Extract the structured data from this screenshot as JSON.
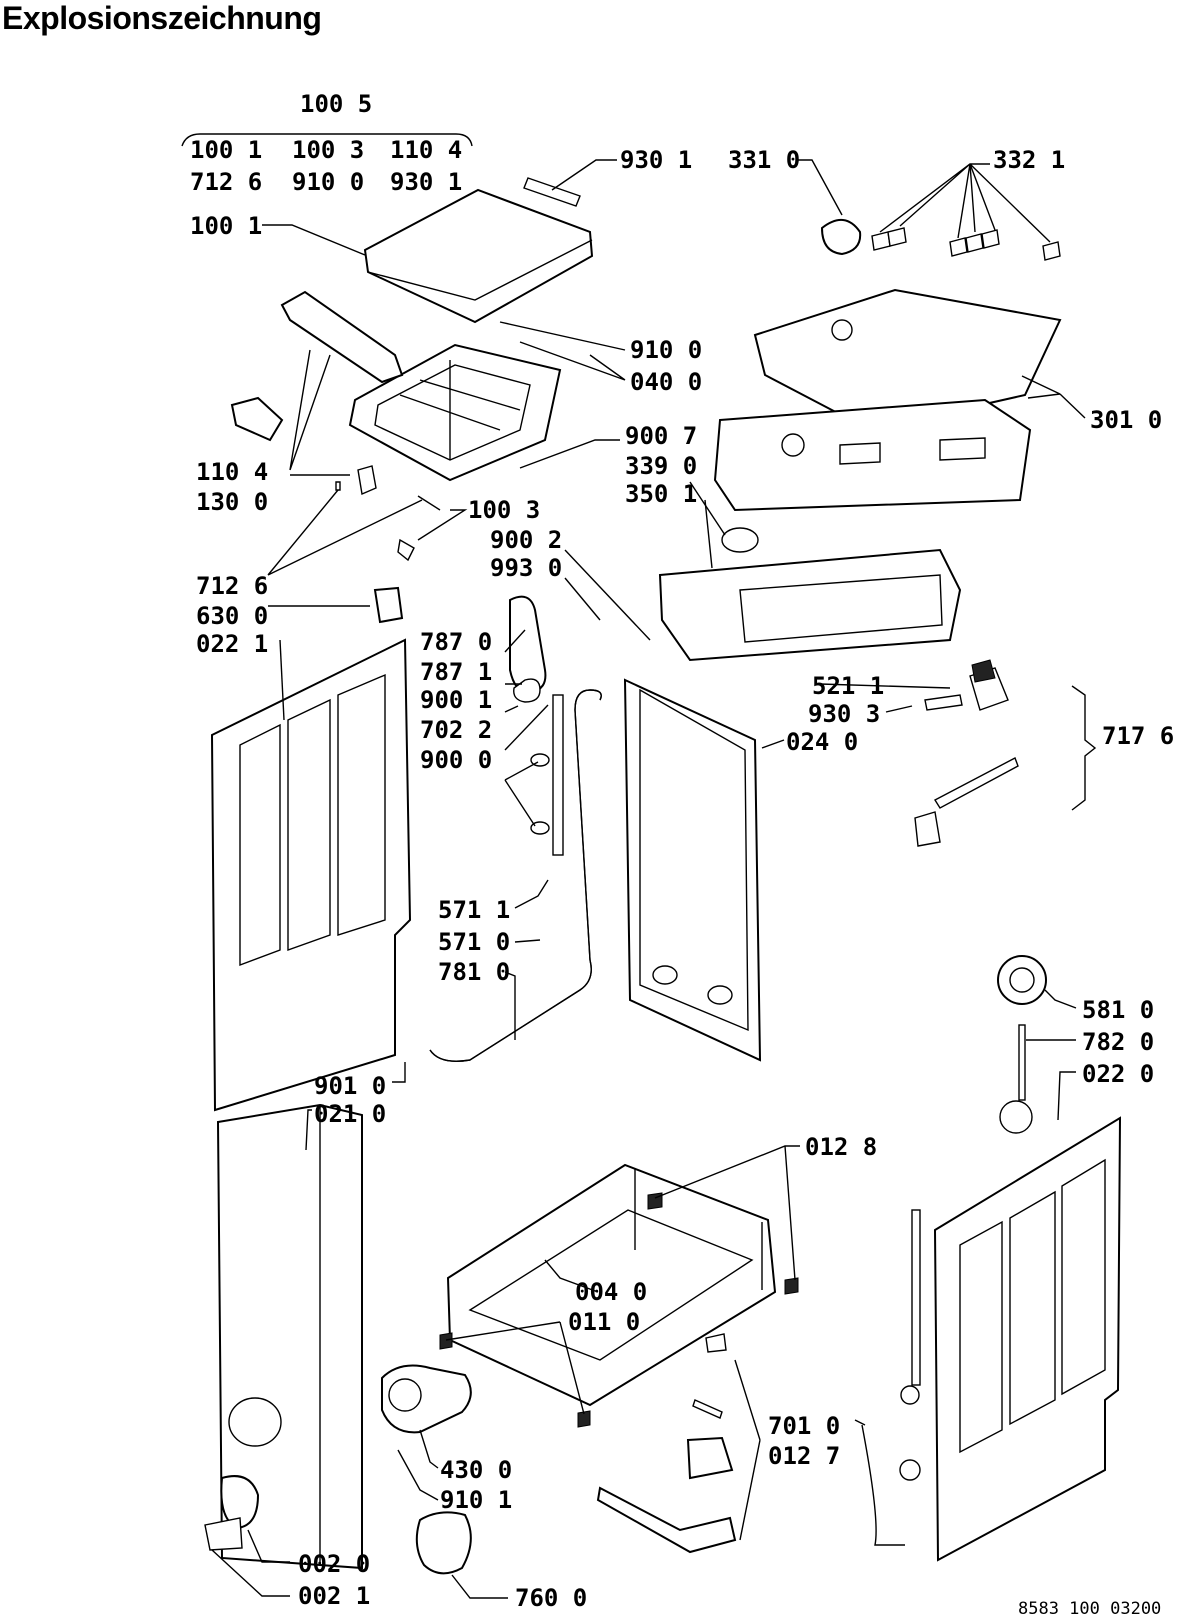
{
  "title": "Explosionszeichnung",
  "drawing_number": "8583 100 03200",
  "group_header": {
    "top": "100 5",
    "row1": [
      "100 1",
      "100 3",
      "110 4"
    ],
    "row2": [
      "712 6",
      "910 0",
      "930 1"
    ]
  },
  "labels": [
    "930 1",
    "331 0",
    "332 1",
    "100 1",
    "910 0",
    "040 0",
    "301 0",
    "900 7",
    "339 0",
    "350 1",
    "110 4",
    "130 0",
    "100 3",
    "900 2",
    "993 0",
    "712 6",
    "630 0",
    "022 1",
    "787 0",
    "787 1",
    "900 1",
    "702 2",
    "900 0",
    "521 1",
    "930 3",
    "024 0",
    "717 6",
    "571 1",
    "571 0",
    "781 0",
    "581 0",
    "782 0",
    "022 0",
    "901 0",
    "021 0",
    "012 8",
    "004 0",
    "011 0",
    "430 0",
    "910 1",
    "701 0",
    "012 7",
    "002 0",
    "002 1",
    "760 0"
  ]
}
